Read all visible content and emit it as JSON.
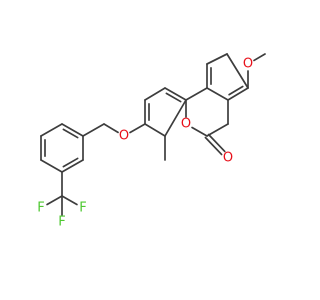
{
  "structure": {
    "atoms": {
      "o_methoxy": {
        "text": "O",
        "color": "#e8101a"
      },
      "o_ring": {
        "text": "O",
        "color": "#e8101a"
      },
      "o_carbonyl": {
        "text": "O",
        "color": "#e8101a"
      },
      "o_ether": {
        "text": "O",
        "color": "#e8101a"
      },
      "f_left": {
        "text": "F",
        "color": "#4fc832"
      },
      "f_right": {
        "text": "F",
        "color": "#4fc832"
      },
      "f_bottom": {
        "text": "F",
        "color": "#4fc832"
      }
    },
    "bond_color": "#3d3d3d"
  }
}
